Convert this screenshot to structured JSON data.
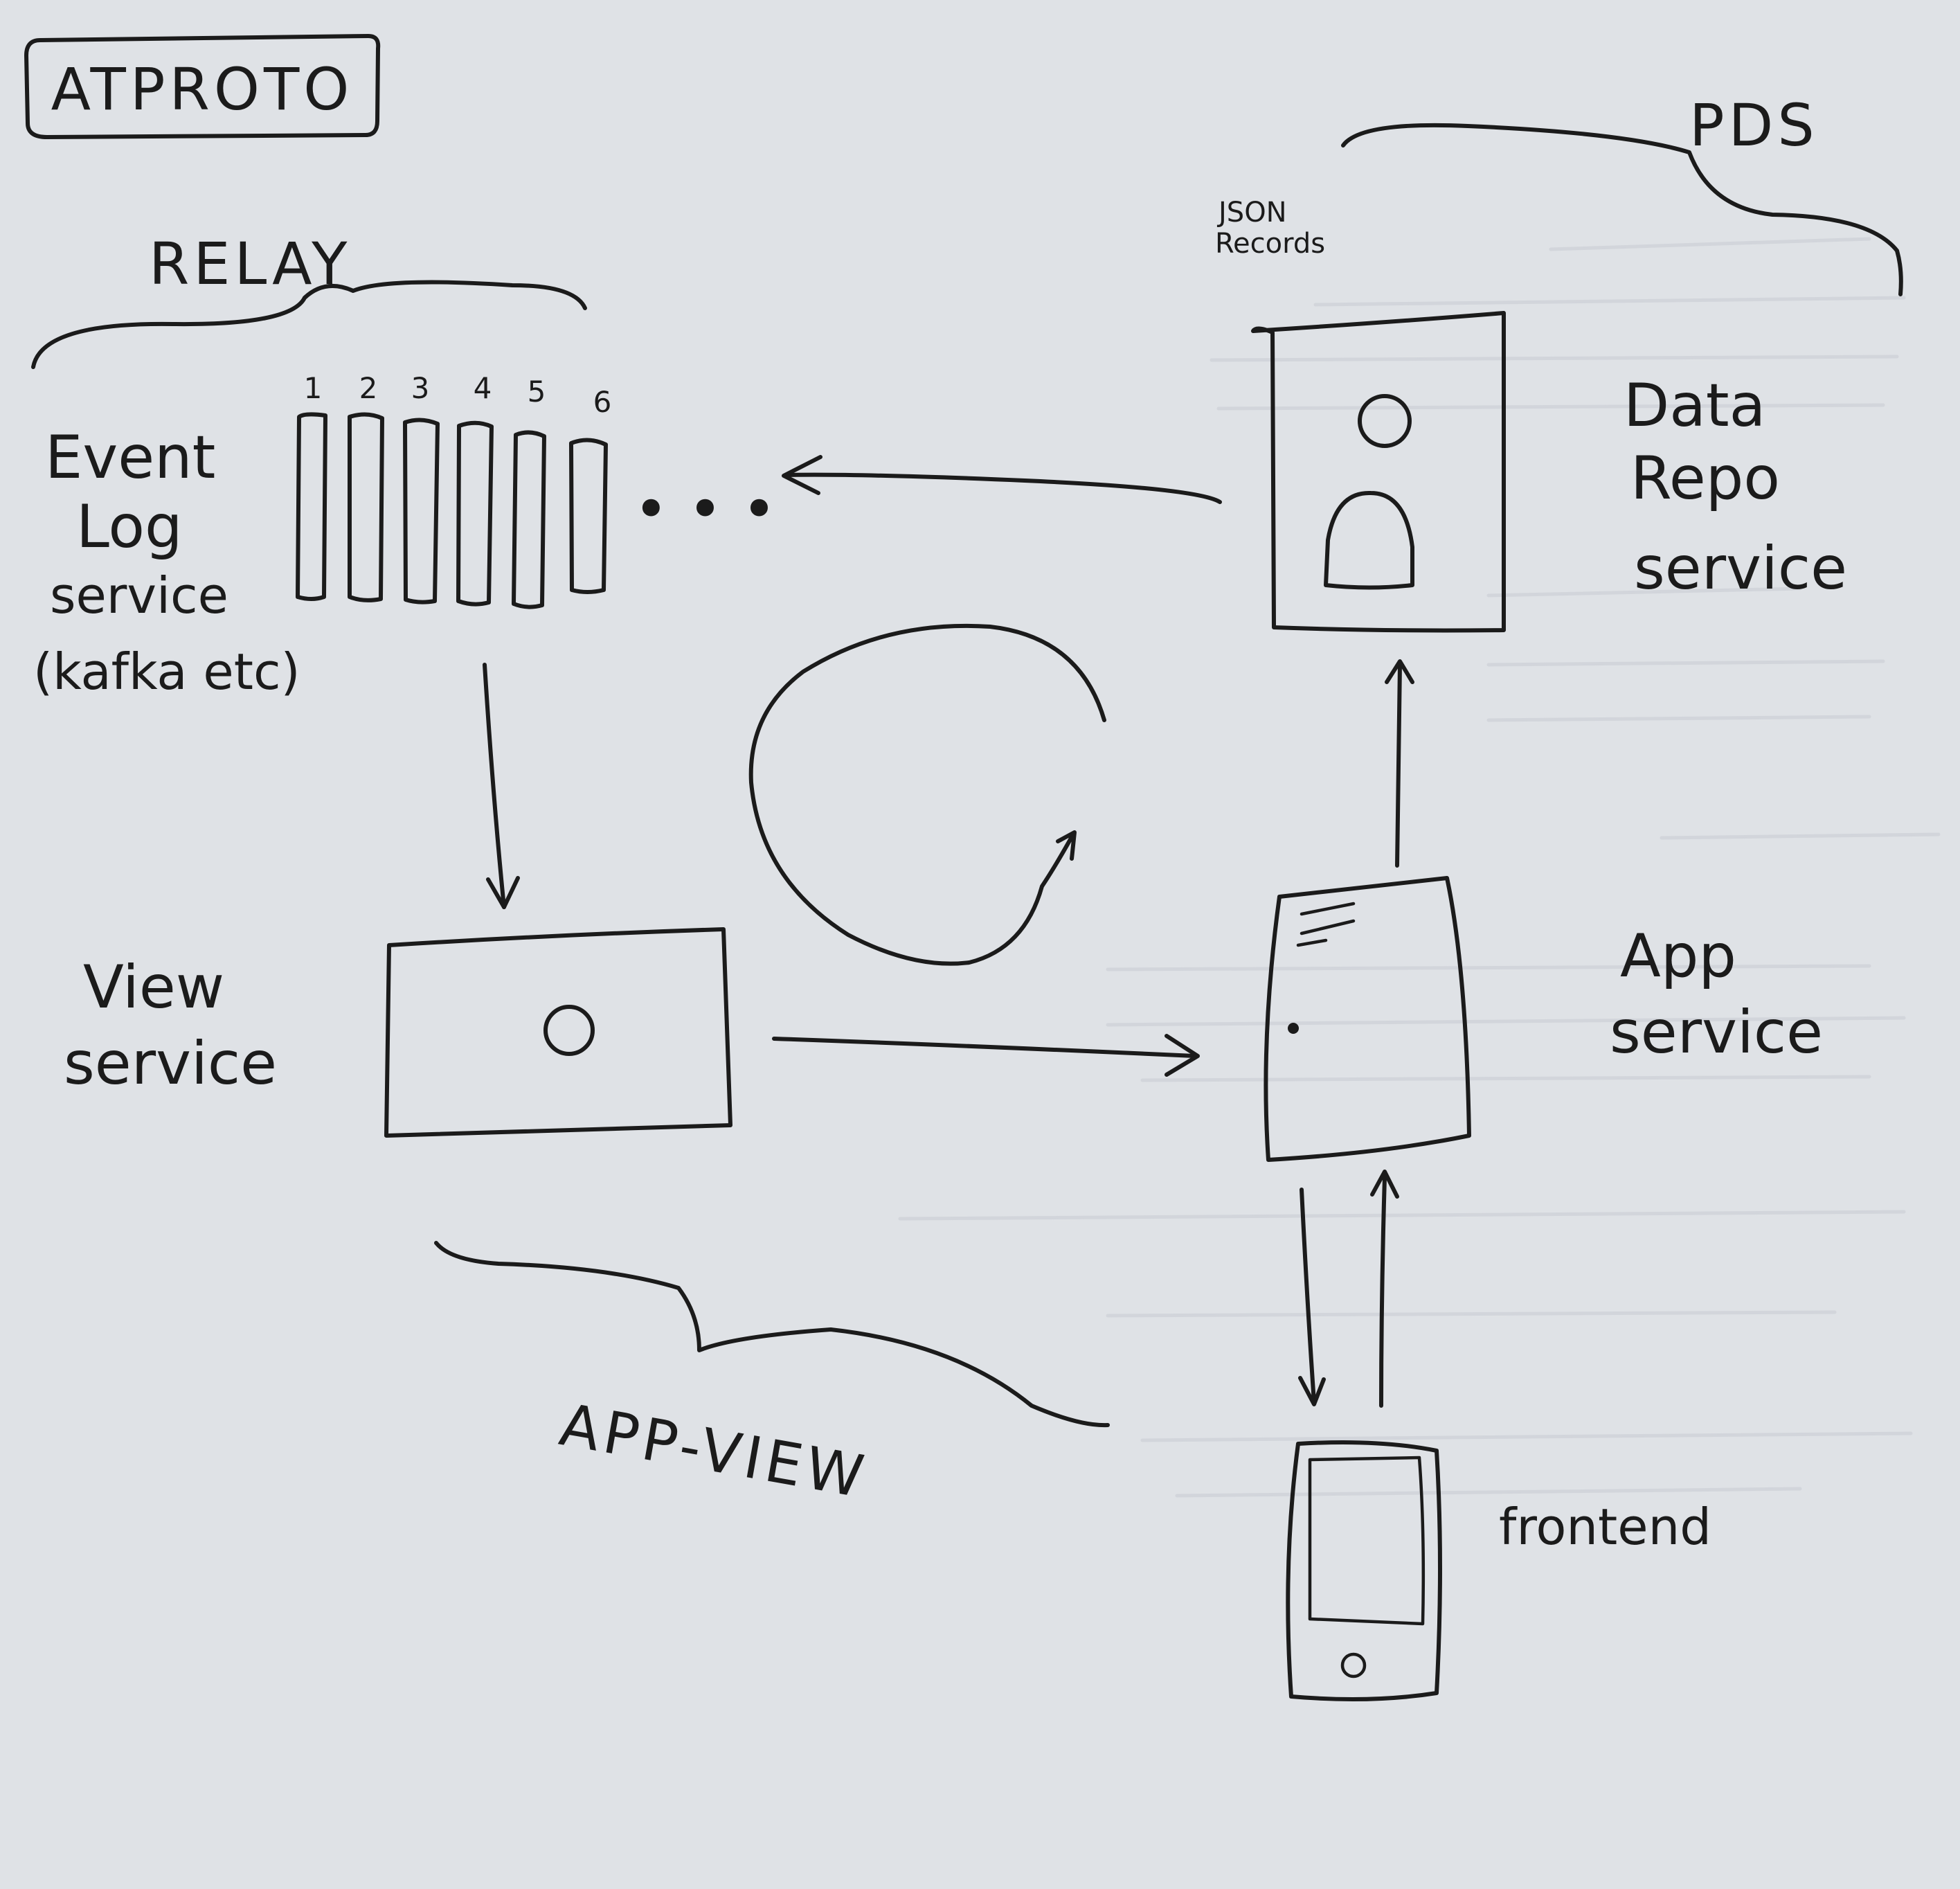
{
  "title": "ATPROTO",
  "groups": {
    "relay": "RELAY",
    "pds": "PDS",
    "app_view": "APP-VIEW"
  },
  "event_log": {
    "label_lines": [
      "Event",
      "Log",
      "service",
      "(kafka etc)"
    ],
    "slot_numbers": [
      "1",
      "2",
      "3",
      "4",
      "5",
      "6"
    ],
    "ellipsis": "• • •"
  },
  "data_repo": {
    "label_lines": [
      "Data",
      "Repo",
      "service"
    ],
    "note_lines": [
      "JSON",
      "Records"
    ]
  },
  "view_service": {
    "label_lines": [
      "View",
      "service"
    ]
  },
  "app_service": {
    "label_lines": [
      "App",
      "service"
    ]
  },
  "frontend": {
    "label": "frontend"
  },
  "colors": {
    "paper": "#dfe2e6",
    "ink": "#1b1b1b"
  }
}
